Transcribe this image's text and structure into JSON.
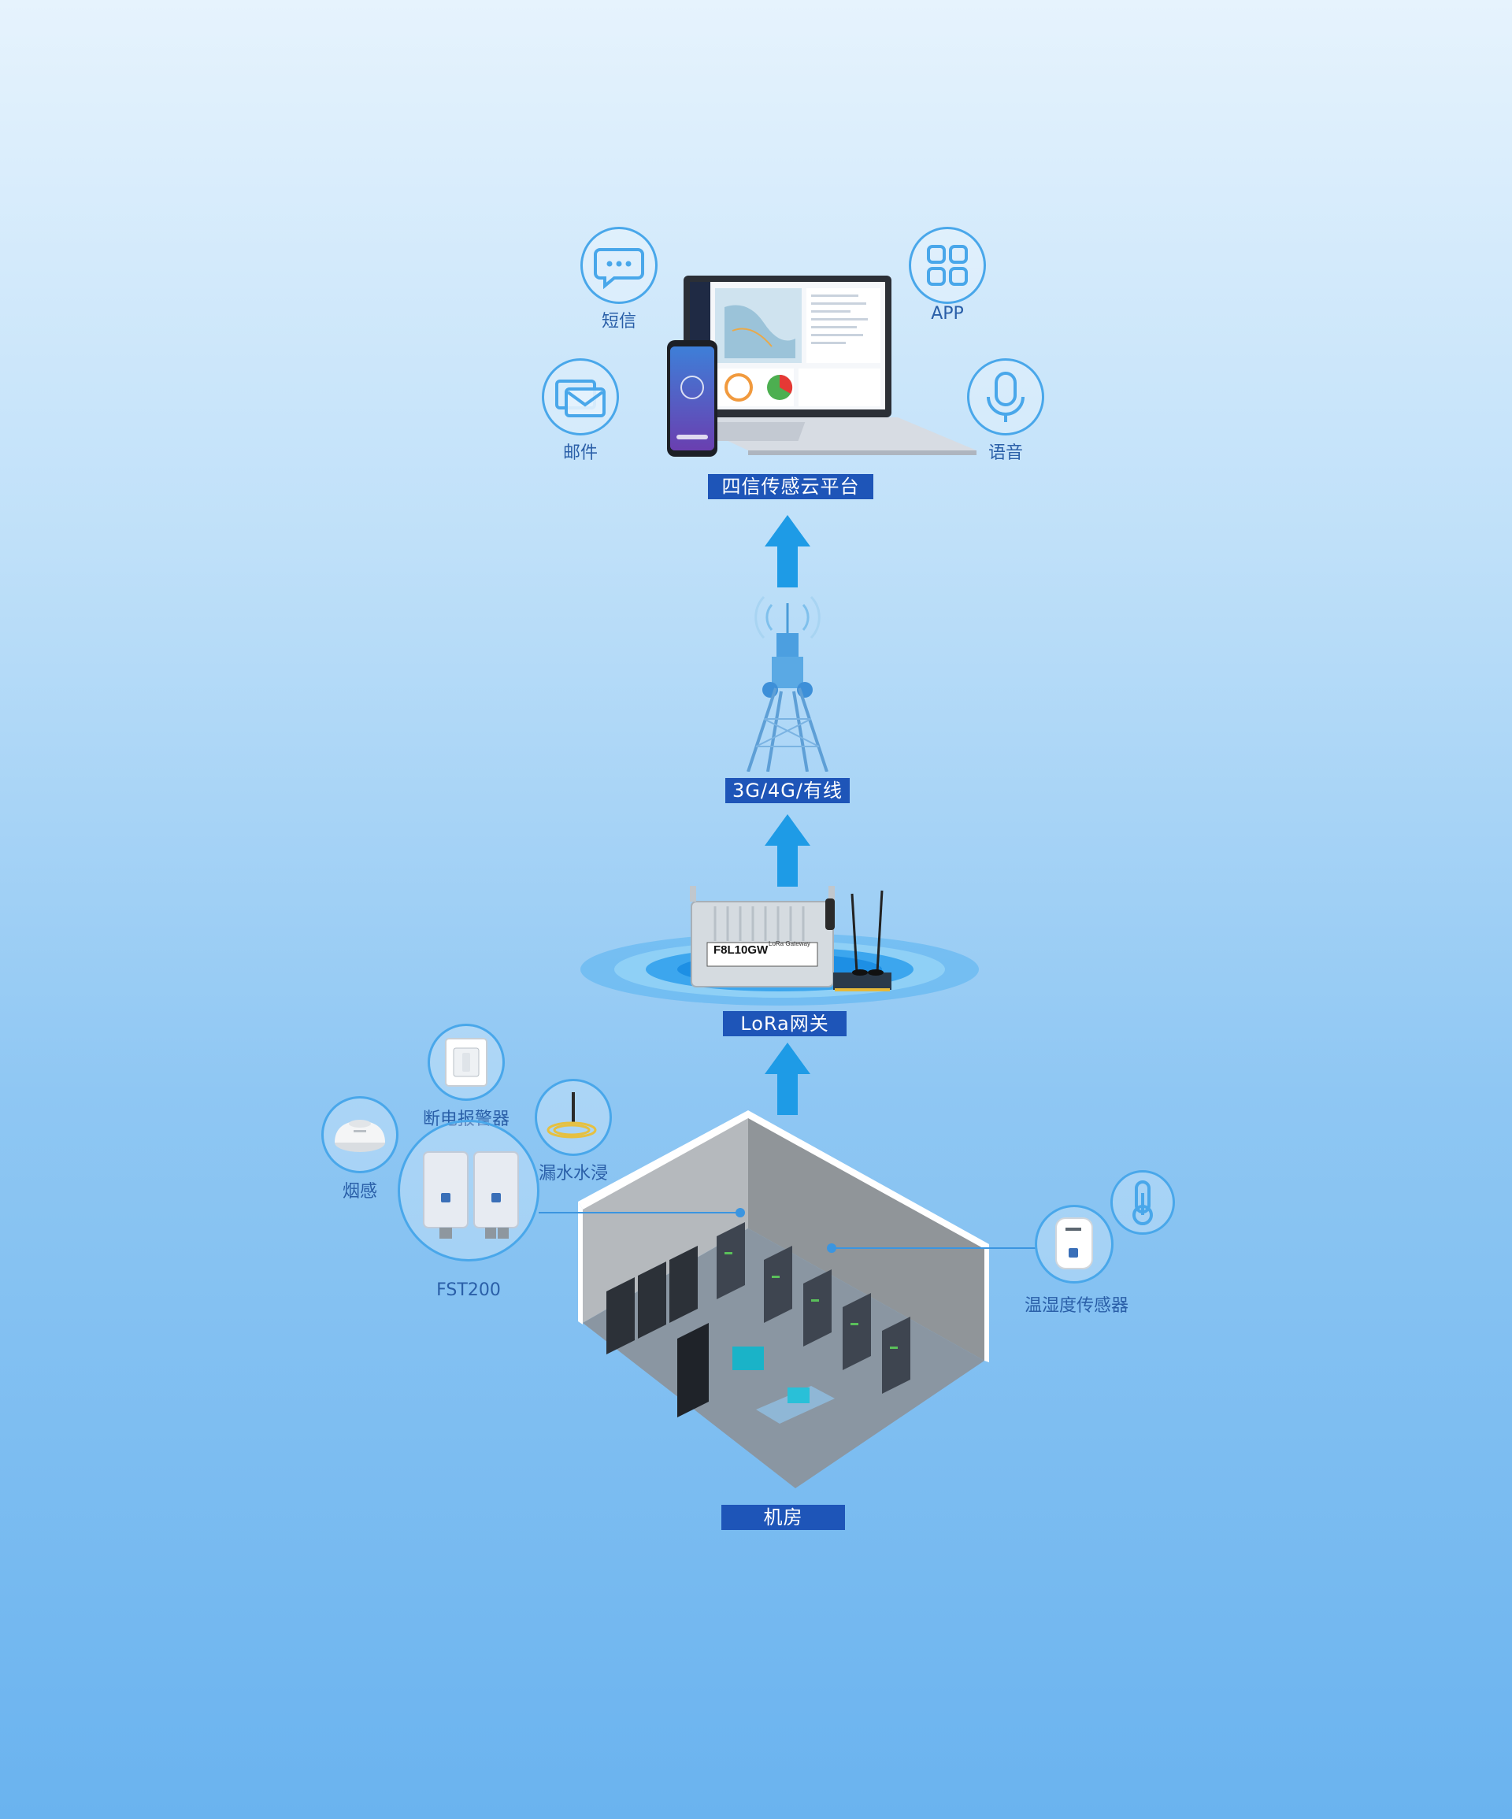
{
  "platform": {
    "label": "四信传感云平台",
    "channels": {
      "sms": "短信",
      "app": "APP",
      "email": "邮件",
      "voice": "语音"
    }
  },
  "network": {
    "label": "3G/4G/有线"
  },
  "gateway": {
    "label": "LoRa网关",
    "device_text": "F8L10GW",
    "device_subtext": "LoRa Gateway"
  },
  "room": {
    "label": "机房",
    "sensors": {
      "breaker_alarm": "断电报警器",
      "smoke": "烟感",
      "water_leak": "漏水水浸",
      "fst": "FST200",
      "temp_humidity": "温湿度传感器"
    }
  },
  "colors": {
    "accent": "#49a7ea",
    "label_bg": "#1e55b8",
    "arrow": "#1e9be6",
    "caption": "#2a5fa8"
  }
}
